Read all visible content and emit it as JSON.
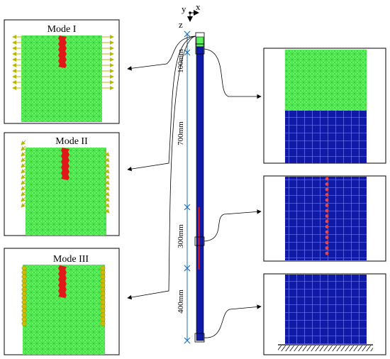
{
  "axes": {
    "x_label": "x",
    "y_label": "y",
    "z_label": "z"
  },
  "panels": [
    {
      "id": "mode-1",
      "title": "Mode I"
    },
    {
      "id": "mode-2",
      "title": "Mode II"
    },
    {
      "id": "mode-3",
      "title": "Mode III"
    }
  ],
  "dimensions": [
    {
      "id": "seg-1",
      "label": "100mm"
    },
    {
      "id": "seg-2",
      "label": "700mm"
    },
    {
      "id": "seg-3",
      "label": "300mm"
    },
    {
      "id": "seg-4",
      "label": "400mm"
    }
  ],
  "colors": {
    "crack_mesh": "#5ef15e",
    "steel_mesh": "#0f1aa6",
    "crack": "#e01818",
    "load_arrows": "#b5b800",
    "support_nodes": "#cdbb00",
    "sensor_dots": "#e8454a",
    "frame": "#000000",
    "dimension_line": "#1f6fb5"
  },
  "icons": [
    "fixed-support-hatch-icon",
    "axis-triad-icon",
    "zoom-box-icon",
    "leader-arrow-icon"
  ]
}
